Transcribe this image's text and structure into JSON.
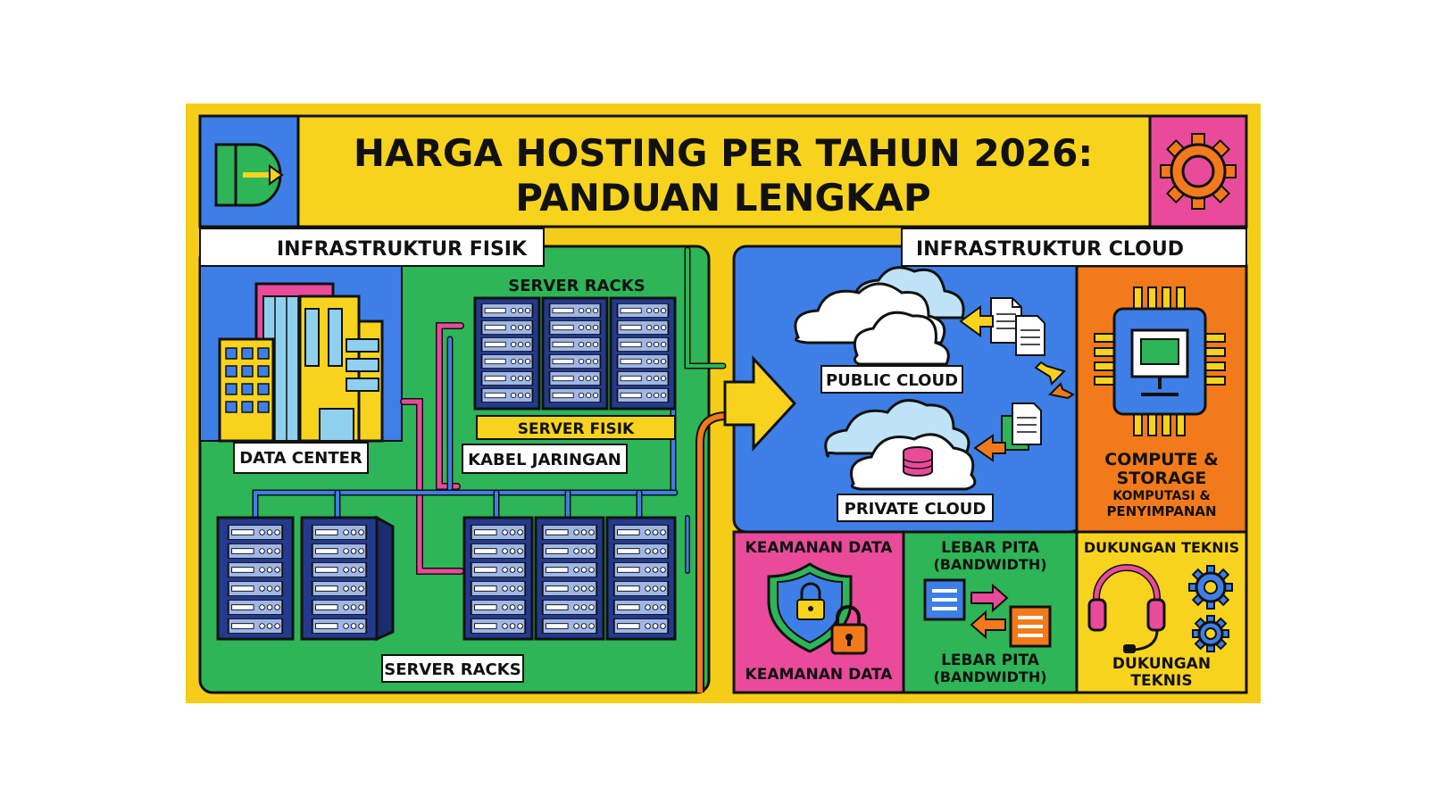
{
  "title": {
    "line1": "HARGA HOSTING PER TAHUN 2026:",
    "line2": "PANDUAN LENGKAP"
  },
  "physical": {
    "header": "INFRASTRUKTUR FISIK",
    "data_center_label": "DATA CENTER",
    "server_racks_top_label": "SERVER RACKS",
    "server_fisik_label": "SERVER FISIK",
    "kabel_label": "KABEL JARINGAN",
    "server_racks_bottom_label": "SERVER RACKS"
  },
  "cloud": {
    "header": "INFRASTRUKTUR CLOUD",
    "public_cloud_label": "PUBLIC CLOUD",
    "private_cloud_label": "PRIVATE CLOUD",
    "compute_line1": "COMPUTE &",
    "compute_line2": "STORAGE",
    "compute_sub1": "KOMPUTASI &",
    "compute_sub2": "PENYIMPANAN"
  },
  "features": {
    "security_top": "KEAMANAN DATA",
    "security_bottom": "KEAMANAN DATA",
    "bandwidth_top1": "LEBAR PITA",
    "bandwidth_top2": "(BANDWIDTH)",
    "bandwidth_bottom1": "LEBAR PITA",
    "bandwidth_bottom2": "(BANDWIDTH)",
    "support_top": "DUKUNGAN TEKNIS",
    "support_bottom1": "DUKUNGAN",
    "support_bottom2": "TEKNIS"
  },
  "icons": {
    "top_left": "door-arrow-icon",
    "top_right": "gear-icon",
    "datacenter": "building-icon",
    "cloud_public": "cloud-icon",
    "cloud_private": "cloud-database-icon",
    "chip": "cpu-chip-icon",
    "security": "shield-lock-icon",
    "bandwidth": "server-transfer-icon",
    "support": "headset-gear-icon"
  },
  "colors": {
    "frame": "#F5CD18",
    "blue": "#3D7FE6",
    "green": "#2DB557",
    "pink": "#E94B9A",
    "orange": "#F27A1A",
    "yellow": "#F7D31D",
    "navy": "#233A8E",
    "outline": "#111111"
  }
}
